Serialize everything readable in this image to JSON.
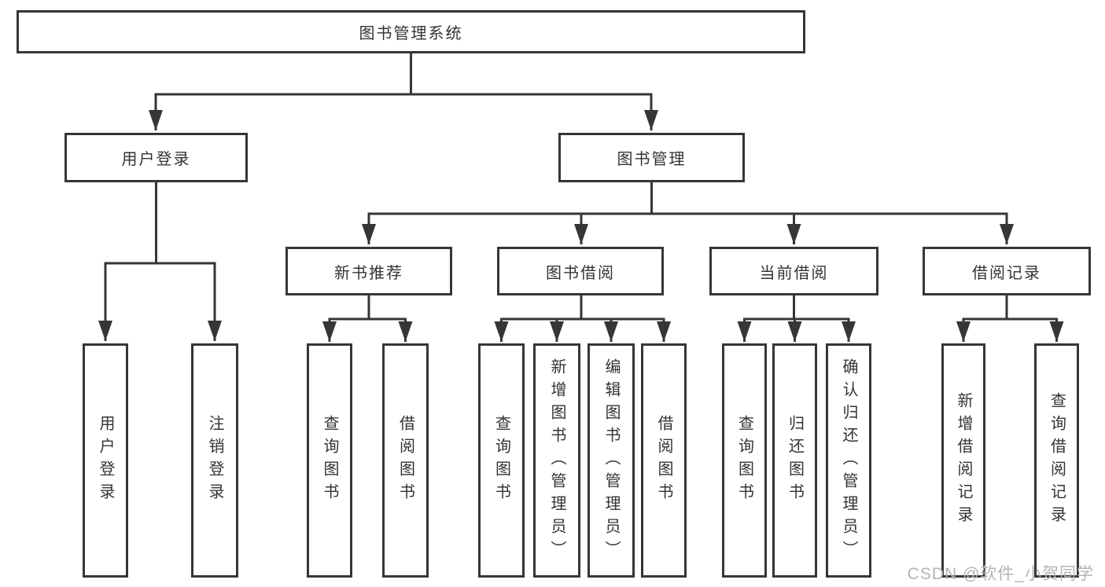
{
  "tree": {
    "label": "图书管理系统",
    "children": [
      {
        "label": "用户登录",
        "children": [
          {
            "label": "用户登录"
          },
          {
            "label": "注销登录"
          }
        ]
      },
      {
        "label": "图书管理",
        "children": [
          {
            "label": "新书推荐",
            "children": [
              {
                "label": "查询图书"
              },
              {
                "label": "借阅图书"
              }
            ]
          },
          {
            "label": "图书借阅",
            "children": [
              {
                "label": "查询图书"
              },
              {
                "label": "新增图书（管理员）"
              },
              {
                "label": "编辑图书（管理员）"
              },
              {
                "label": "借阅图书"
              }
            ]
          },
          {
            "label": "当前借阅",
            "children": [
              {
                "label": "查询图书"
              },
              {
                "label": "归还图书"
              },
              {
                "label": "确认归还（管理员）"
              }
            ]
          },
          {
            "label": "借阅记录",
            "children": [
              {
                "label": "新增借阅记录"
              },
              {
                "label": "查询借阅记录"
              }
            ]
          }
        ]
      }
    ]
  },
  "watermark": {
    "text": "CSDN @软件_小贺同学"
  },
  "colors": {
    "line": "#363636",
    "text": "#333333",
    "watermark": "#b4b4b4"
  }
}
